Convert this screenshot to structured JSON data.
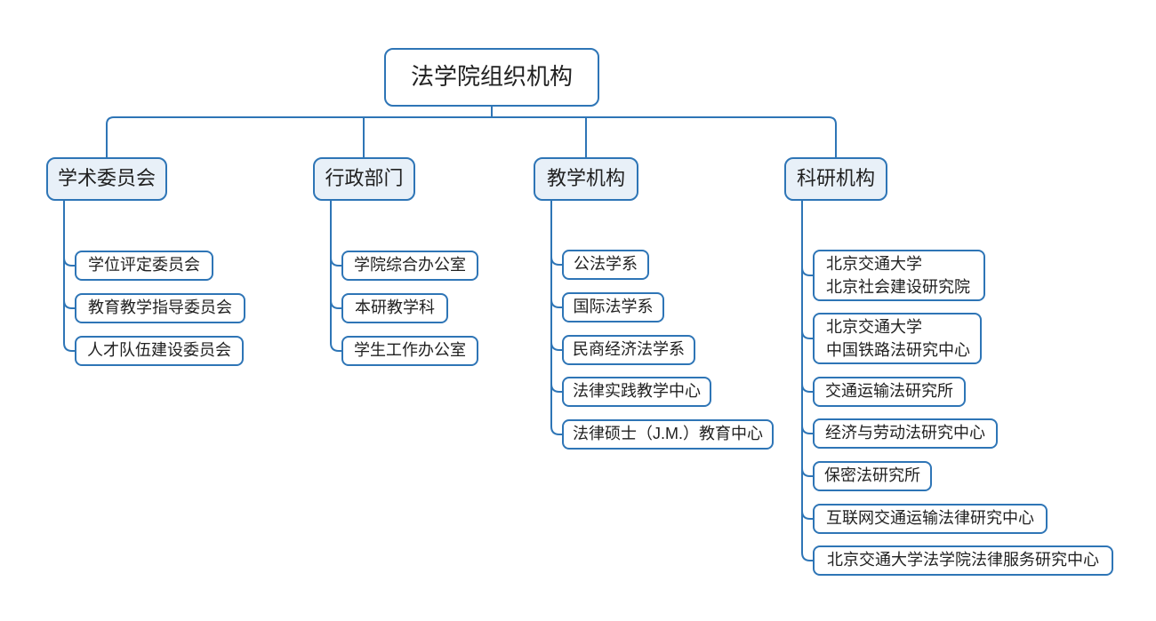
{
  "diagram": {
    "root": {
      "label": "法学院组织机构"
    },
    "branches": [
      {
        "label": "学术委员会",
        "children": [
          {
            "label": "学位评定委员会"
          },
          {
            "label": "教育教学指导委员会"
          },
          {
            "label": "人才队伍建设委员会"
          }
        ]
      },
      {
        "label": "行政部门",
        "children": [
          {
            "label": "学院综合办公室"
          },
          {
            "label": "本研教学科"
          },
          {
            "label": "学生工作办公室"
          }
        ]
      },
      {
        "label": "教学机构",
        "children": [
          {
            "label": "公法学系"
          },
          {
            "label": "国际法学系"
          },
          {
            "label": "民商经济法学系"
          },
          {
            "label": "法律实践教学中心"
          },
          {
            "label": "法律硕士（J.M.）教育中心"
          }
        ]
      },
      {
        "label": "科研机构",
        "children": [
          {
            "label": "北京交通大学\n北京社会建设研究院"
          },
          {
            "label": "北京交通大学\n中国铁路法研究中心"
          },
          {
            "label": "交通运输法研究所"
          },
          {
            "label": "经济与劳动法研究中心"
          },
          {
            "label": "保密法研究所"
          },
          {
            "label": "互联网交通运输法律研究中心"
          },
          {
            "label": "北京交通大学法学院法律服务研究中心"
          }
        ]
      }
    ],
    "colors": {
      "connector": "#2e75b6",
      "node_border": "#2e75b6",
      "branch_fill": "#e8f0f8",
      "leaf_fill": "#ffffff",
      "text": "#212121",
      "background": "#ffffff"
    }
  }
}
